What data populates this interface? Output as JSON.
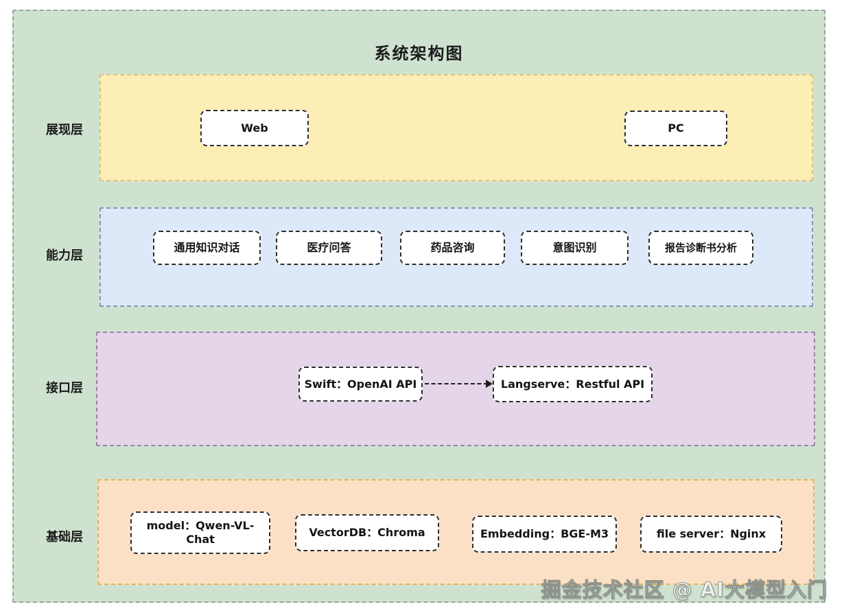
{
  "title": "系统架构图",
  "watermark": "掘金技术社区 @ AI大模型入门",
  "layers": [
    {
      "name": "presentation",
      "label": "展现层",
      "nodes": [
        "Web",
        "PC"
      ]
    },
    {
      "name": "capability",
      "label": "能力层",
      "nodes": [
        "通用知识对话",
        "医疗问答",
        "药品咨询",
        "意图识别",
        "报告诊断书分析"
      ]
    },
    {
      "name": "interface",
      "label": "接口层",
      "nodes": [
        "Swift：OpenAI API",
        "Langserve：Restful API"
      ],
      "connection": {
        "from": "Swift：OpenAI API",
        "to": "Langserve：Restful API",
        "style": "dashed-arrow-right"
      }
    },
    {
      "name": "foundation",
      "label": "基础层",
      "nodes": [
        "model：Qwen-VL-Chat",
        "VectorDB：Chroma",
        "Embedding：BGE-M3",
        "file server：Nginx"
      ]
    }
  ],
  "colors": {
    "canvas_bg": "#ffffff",
    "panel_bg": "#cfe2cf",
    "panel_border": "#9aa49b",
    "presentation_bg": "#fceeb4",
    "presentation_border": "#dcc182",
    "capability_bg": "#dde8f8",
    "capability_border": "#8593b2",
    "interface_bg": "#e4d5e9",
    "interface_border": "#9487a5",
    "foundation_bg": "#fce0c5",
    "foundation_border": "#e0b25f",
    "node_bg": "#ffffff",
    "node_border": "#2d2d2d",
    "text": "#1b1b1b"
  }
}
